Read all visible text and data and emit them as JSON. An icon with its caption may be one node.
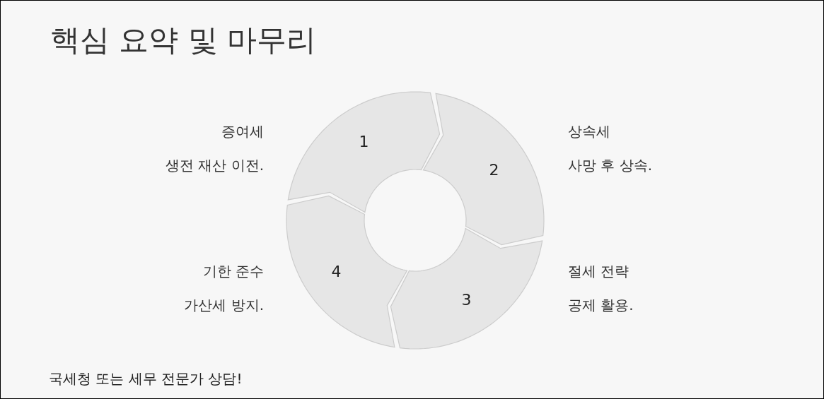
{
  "diagram": {
    "title": "핵심 요약 및 마무리",
    "nodes": [
      {
        "text": [
          "1"
        ],
        "beside": [
          "증여세",
          "생전 재산 이전."
        ]
      },
      {
        "text": [
          "2"
        ],
        "beside": [
          "상속세",
          "사망 후 상속."
        ]
      },
      {
        "text": [
          "3"
        ],
        "beside": [
          "절세 전략",
          "공제 활용."
        ]
      },
      {
        "text": [
          "4"
        ],
        "beside": [
          "기한 준수",
          "가산세 방지."
        ]
      }
    ],
    "labels": [
      "국세청 또는 세무 전문가 상담!"
    ]
  }
}
